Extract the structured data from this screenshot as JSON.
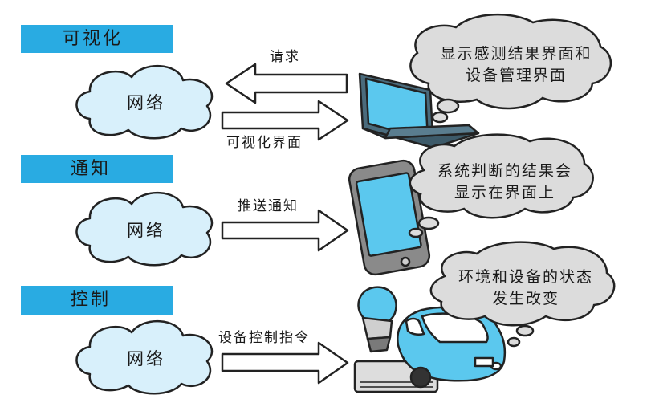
{
  "sections": [
    {
      "title": "可视化",
      "cloud_label": "网络",
      "arrow_top_label": "请求",
      "arrow_bottom_label": "可视化界面",
      "bubble_lines": [
        "显示感测结果界面和",
        "设备管理界面"
      ],
      "device": "laptop"
    },
    {
      "title": "通知",
      "cloud_label": "网络",
      "arrow_label": "推送通知",
      "bubble_lines": [
        "系统判断的结果会",
        "显示在界面上"
      ],
      "device": "smartphone"
    },
    {
      "title": "控制",
      "cloud_label": "网络",
      "arrow_label": "设备控制指令",
      "bubble_lines": [
        "环境和设备的状态",
        "发生改变"
      ],
      "device": "light-bulb, air-conditioner, car"
    }
  ],
  "colors": {
    "section_bar": "#29abe2",
    "cloud_fill": "#d8f0fb",
    "bubble_fill": "#dcdcdc",
    "device_blue": "#5bc8ee",
    "outline": "#222222"
  }
}
